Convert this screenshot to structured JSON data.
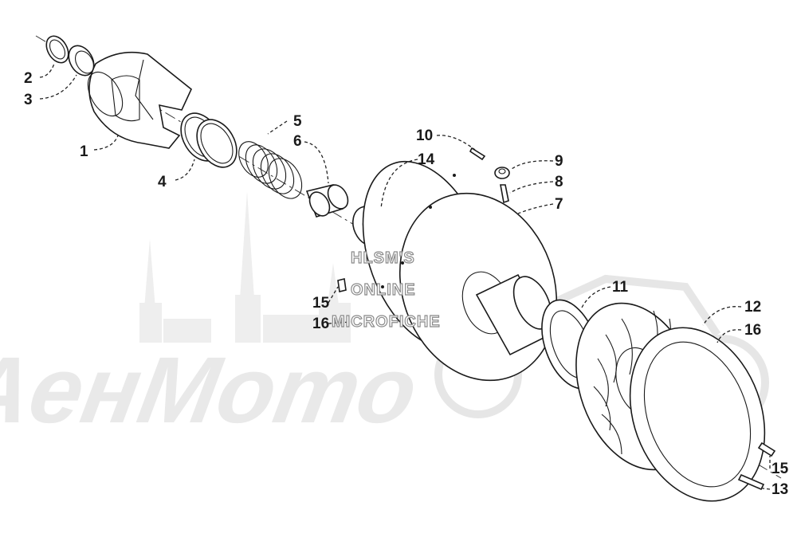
{
  "watermark": {
    "line1": "HLSM'S",
    "line2": "ONLINE",
    "line3": "MICROFICHE"
  },
  "logo": {
    "text": "AeнMoто"
  },
  "callouts": [
    {
      "id": "c1",
      "label": "1"
    },
    {
      "id": "c2",
      "label": "2"
    },
    {
      "id": "c3",
      "label": "3"
    },
    {
      "id": "c4",
      "label": "4"
    },
    {
      "id": "c5",
      "label": "5"
    },
    {
      "id": "c6",
      "label": "6"
    },
    {
      "id": "c7",
      "label": "7"
    },
    {
      "id": "c8",
      "label": "8"
    },
    {
      "id": "c9",
      "label": "9"
    },
    {
      "id": "c10",
      "label": "10"
    },
    {
      "id": "c11",
      "label": "11"
    },
    {
      "id": "c12",
      "label": "12"
    },
    {
      "id": "c13",
      "label": "13"
    },
    {
      "id": "c14",
      "label": "14"
    },
    {
      "id": "c15a",
      "label": "15"
    },
    {
      "id": "c15b",
      "label": "15"
    },
    {
      "id": "c16a",
      "label": "16"
    },
    {
      "id": "c16b",
      "label": "16"
    }
  ],
  "colors": {
    "line": "#1a1a1a",
    "background": "#ffffff",
    "watermark": "#e9e9e9"
  }
}
